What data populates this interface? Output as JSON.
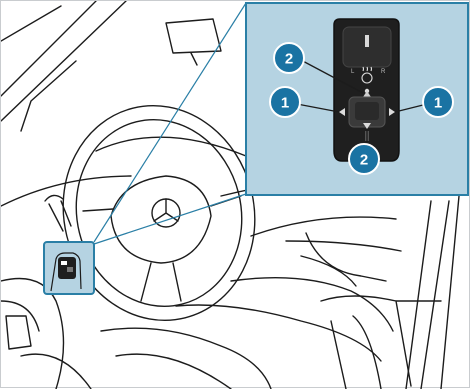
{
  "colors": {
    "line": "#1c1c1c",
    "highlight": "#2a7fa6",
    "inset_bg": "#b5d3e2",
    "callout_fill": "#1a73a3",
    "switch_body": "#1f1f1f"
  },
  "callouts": [
    {
      "label": "2",
      "target": "top-center-point"
    },
    {
      "label": "1",
      "target": "left-arrow"
    },
    {
      "label": "1",
      "target": "right-arrow"
    },
    {
      "label": "2",
      "target": "bottom-arrow"
    }
  ],
  "icons": [
    "steering-wheel-icon",
    "mirror-adjust-switch-icon",
    "heated-steering-icon"
  ]
}
